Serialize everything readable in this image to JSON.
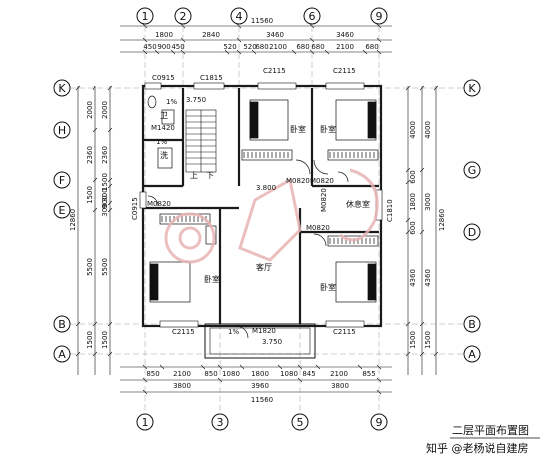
{
  "axes_top": [
    "1",
    "2",
    "4",
    "6",
    "9"
  ],
  "axes_bottom": [
    "1",
    "3",
    "5",
    "9"
  ],
  "axes_left": [
    "K",
    "H",
    "F",
    "E",
    "B",
    "A"
  ],
  "axes_right": [
    "K",
    "G",
    "D",
    "B",
    "A"
  ],
  "dims_top": {
    "overall": "11560",
    "row2": [
      "1800",
      "2840",
      "3460",
      "3460"
    ],
    "row3": [
      "450",
      "900",
      "450",
      "520",
      "520",
      "680",
      "2100",
      "680",
      "680",
      "2100",
      "680"
    ]
  },
  "dims_bottom": {
    "overall": "11560",
    "row2": [
      "3800",
      "3960",
      "3800"
    ],
    "row1": [
      "850",
      "2100",
      "850",
      "1080",
      "1800",
      "1080",
      "845",
      "2100",
      "855"
    ]
  },
  "dims_left": {
    "overall": "12860",
    "outer": [
      "2000",
      "2360",
      "1500",
      "5500",
      "1500"
    ],
    "inner": [
      "2000",
      "2360",
      "1500",
      "300",
      "900",
      "300",
      "5500",
      "1500"
    ]
  },
  "dims_right": {
    "overall": "12860",
    "outer": [
      "4000",
      "3000",
      "4360",
      "1500"
    ],
    "inner": [
      "4000",
      "600",
      "1800",
      "600",
      "4360",
      "1500"
    ]
  },
  "rooms": {
    "bed_tl": "卧室",
    "bed_tr": "卧室",
    "bed_bl": "卧室",
    "bed_br": "卧室",
    "living": "客厅",
    "rest": "休息室",
    "wc": "卫",
    "bath": "洗",
    "stairs_up": "上",
    "stairs_down": "下"
  },
  "labels": {
    "c0915_top": "C0915",
    "c1815": "C1815",
    "c2115_t1": "C2115",
    "c2115_t2": "C2115",
    "c2115_b1": "C2115",
    "c2115_b2": "C2115",
    "c0915_left": "C0915",
    "c1810": "C1810",
    "m1420": "M1420",
    "m0820_left": "M0820",
    "m0820_c1": "M0820",
    "m0820_c2": "M0820",
    "m0820_v": "M0820",
    "m0820_rest": "M0820",
    "m1820": "M1820",
    "el_3750_top": "3.750",
    "el_3800": "3.800",
    "el_3750_bot": "3.750",
    "pct_1": "1%",
    "pct_2": "1%",
    "pct_3": "1%"
  },
  "plan_title": "二层平面布置图",
  "watermark": "知乎 @老杨说自建房",
  "colors": {
    "line": "#111111",
    "wall": "#1a1a1a",
    "watermark": "#e8b4b4",
    "axis_bubble": "#111111"
  }
}
